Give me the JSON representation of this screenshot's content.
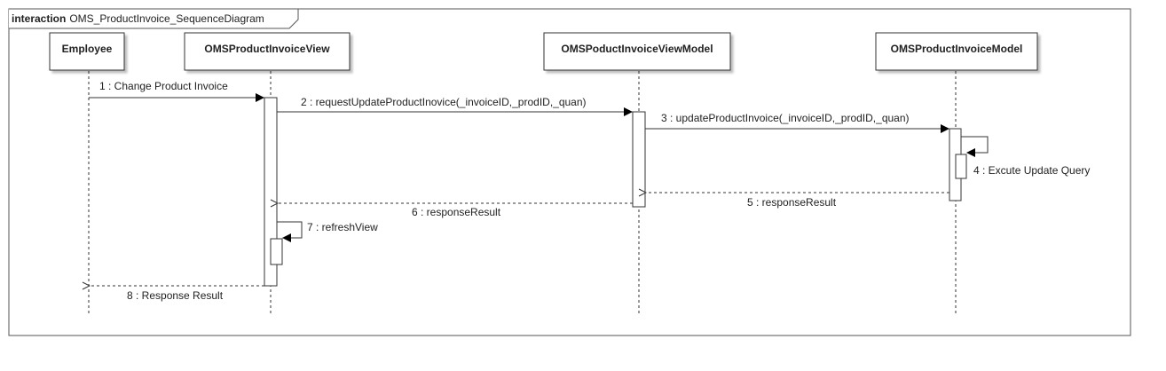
{
  "frame": {
    "keyword": "interaction",
    "name": "OMS_ProductInvoice_SequenceDiagram"
  },
  "participants": [
    {
      "id": "employee",
      "label": "Employee"
    },
    {
      "id": "view",
      "label": "OMSProductInvoiceView"
    },
    {
      "id": "viewmodel",
      "label": "OMSPoductInvoiceViewModel"
    },
    {
      "id": "model",
      "label": "OMSProductInvoiceModel"
    }
  ],
  "messages": [
    {
      "label": "1 : Change Product Invoice",
      "from": "employee",
      "to": "view",
      "kind": "sync"
    },
    {
      "label": "2 : requestUpdateProductInovice(_invoiceID,_prodID,_quan)",
      "from": "view",
      "to": "viewmodel",
      "kind": "sync"
    },
    {
      "label": "3 : updateProductInvoice(_invoiceID,_prodID,_quan)",
      "from": "viewmodel",
      "to": "model",
      "kind": "sync"
    },
    {
      "label": "4 : Excute Update Query",
      "from": "model",
      "to": "model",
      "kind": "self"
    },
    {
      "label": "5 : responseResult",
      "from": "model",
      "to": "viewmodel",
      "kind": "reply"
    },
    {
      "label": "6 : responseResult",
      "from": "viewmodel",
      "to": "view",
      "kind": "reply"
    },
    {
      "label": "7 : refreshView",
      "from": "view",
      "to": "view",
      "kind": "self"
    },
    {
      "label": "8 : Response Result",
      "from": "view",
      "to": "employee",
      "kind": "reply"
    }
  ]
}
